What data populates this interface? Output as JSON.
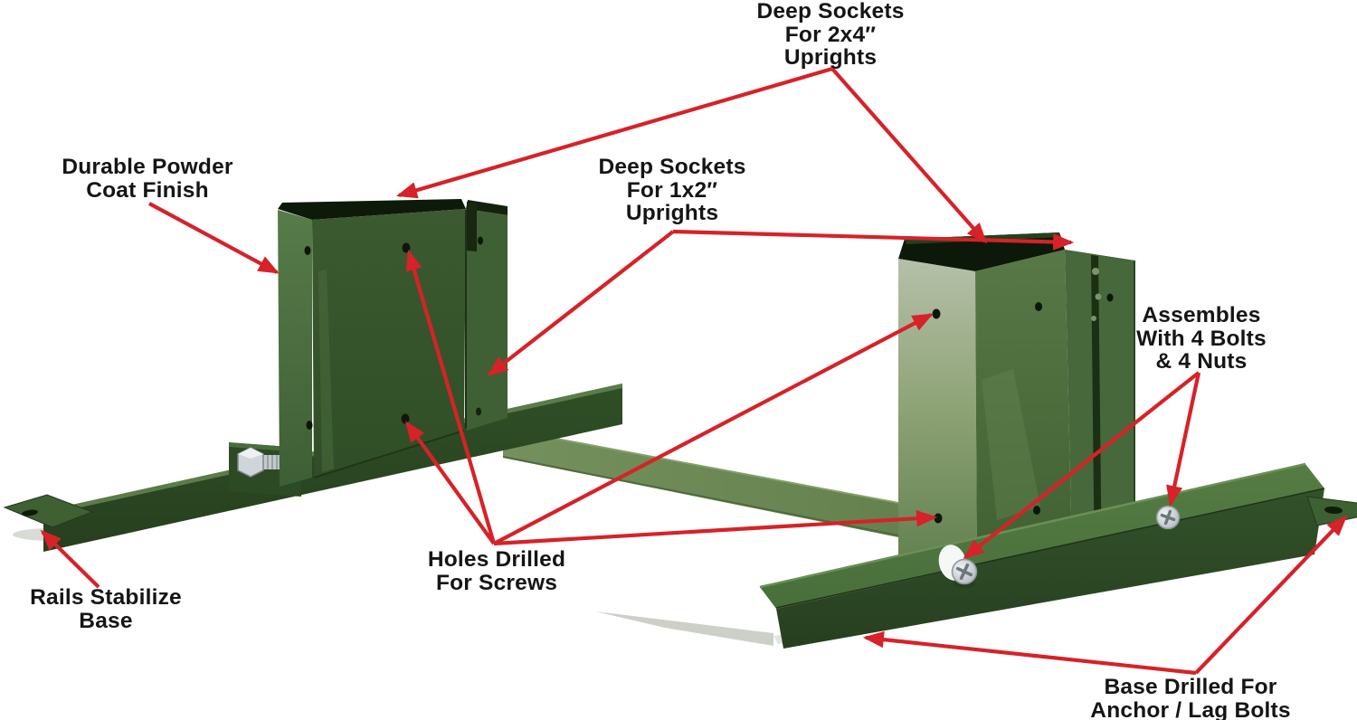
{
  "diagram": {
    "labels": {
      "sockets_2x4": [
        "Deep Sockets",
        "For 2x4″",
        "Uprights"
      ],
      "powder_coat": [
        "Durable Powder",
        "Coat Finish"
      ],
      "sockets_1x2": [
        "Deep Sockets",
        "For 1x2″",
        "Uprights"
      ],
      "assembles": [
        "Assembles",
        "With 4 Bolts",
        "& 4 Nuts"
      ],
      "holes": [
        "Holes Drilled",
        "For Screws"
      ],
      "rails": [
        "Rails Stabilize",
        "Base"
      ],
      "base": [
        "Base Drilled For",
        "Anchor / Lag Bolts"
      ]
    },
    "colors": {
      "arrow_red": "#d62228",
      "text_black": "#151515",
      "steel_green_dark": "#2f4e27",
      "steel_green_mid": "#4e7040",
      "steel_green_light": "#8fa477",
      "hardware_silver": "#ccd3d6",
      "background": "#ffffff"
    }
  }
}
